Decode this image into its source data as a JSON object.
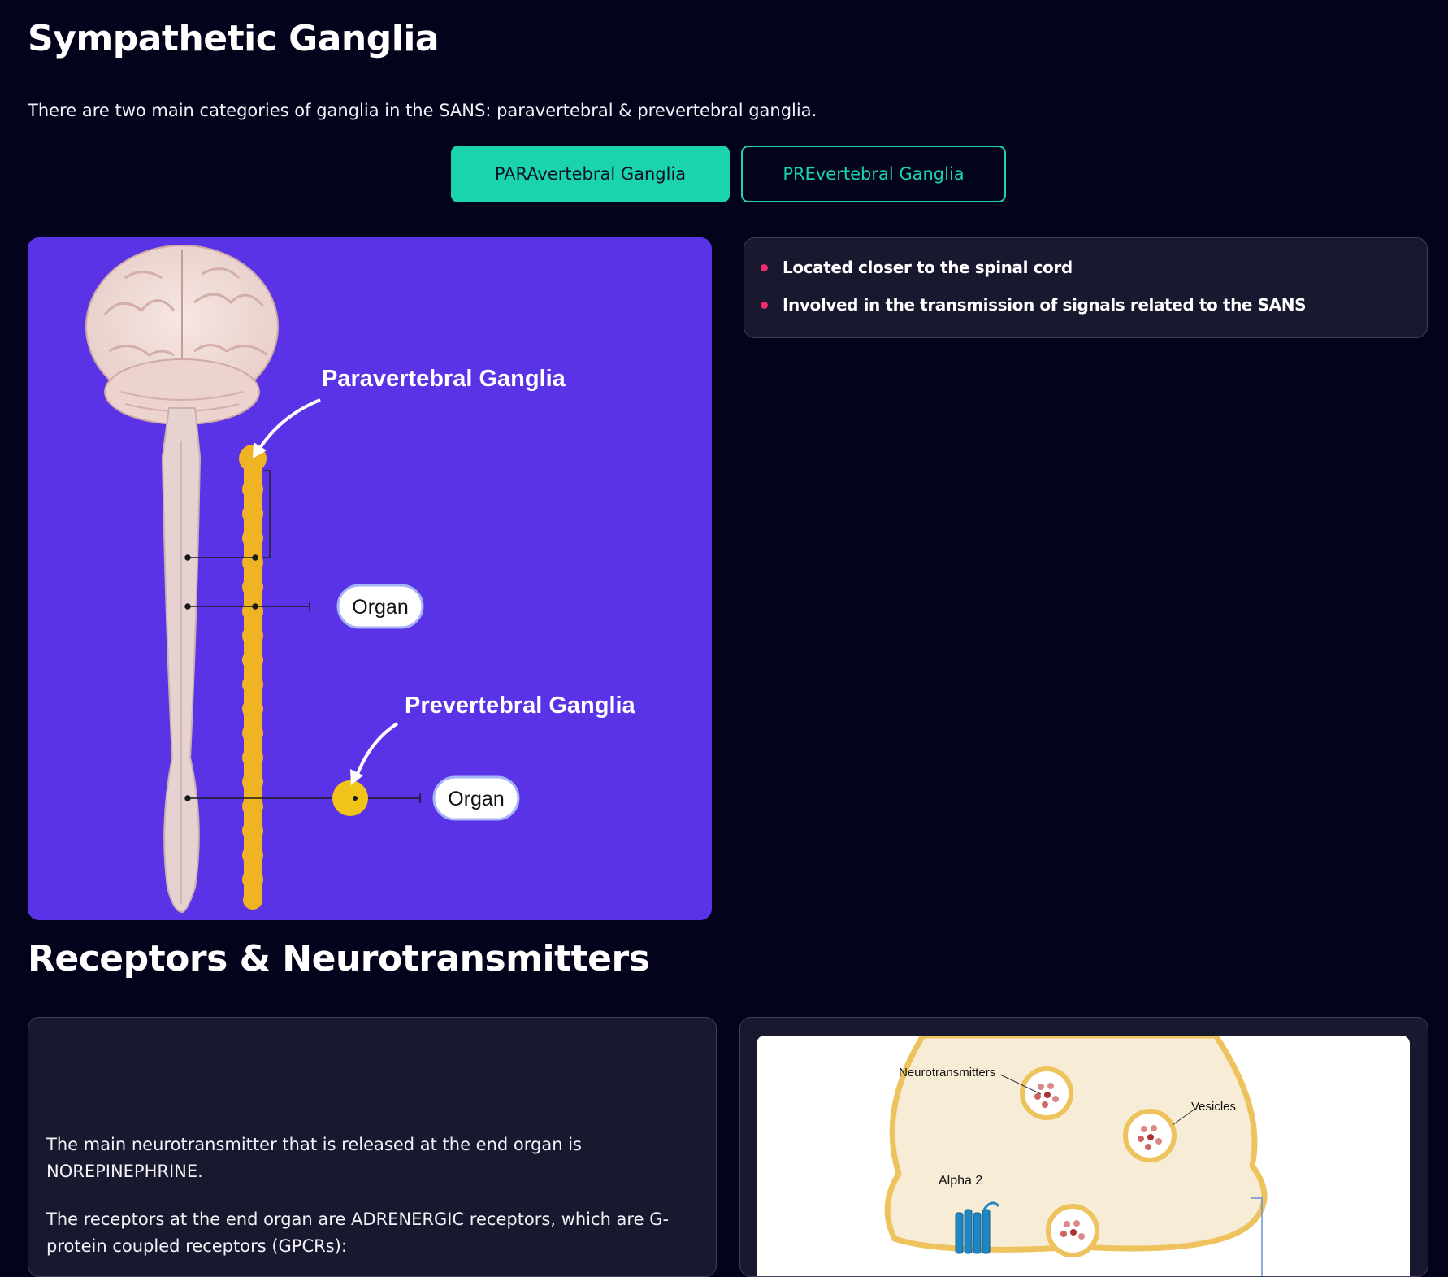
{
  "section1": {
    "title": "Sympathetic Ganglia",
    "intro": "There are two main categories of ganglia in the SANS: paravertebral & prevertebral ganglia.",
    "tabs": [
      {
        "label": "PARAvertebral Ganglia",
        "active": true
      },
      {
        "label": "PREvertebral Ganglia",
        "active": false
      }
    ],
    "figure": {
      "para_label": "Paravertebral Ganglia",
      "pre_label": "Prevertebral Ganglia",
      "organ_label_1": "Organ",
      "organ_label_2": "Organ"
    },
    "bullets": [
      "Located closer to the spinal cord",
      "Involved in the transmission of signals related to the SANS"
    ]
  },
  "section2": {
    "title": "Receptors & Neurotransmitters",
    "paragraphs": [
      "The main neurotransmitter that is released at the end organ is NOREPINEPHRINE.",
      "The receptors at the end organ are ADRENERGIC receptors, which are G-protein coupled receptors (GPCRs):"
    ],
    "diagram": {
      "neurotransmitters_label": "Neurotransmitters",
      "vesicles_label": "Vesicles",
      "alpha2_label": "Alpha 2"
    }
  },
  "colors": {
    "background": "#03031c",
    "accent": "#1bd4ac",
    "panel_purple": "#5b33e6",
    "bullet": "#ef2c6e",
    "ganglia": "#f0b323"
  }
}
